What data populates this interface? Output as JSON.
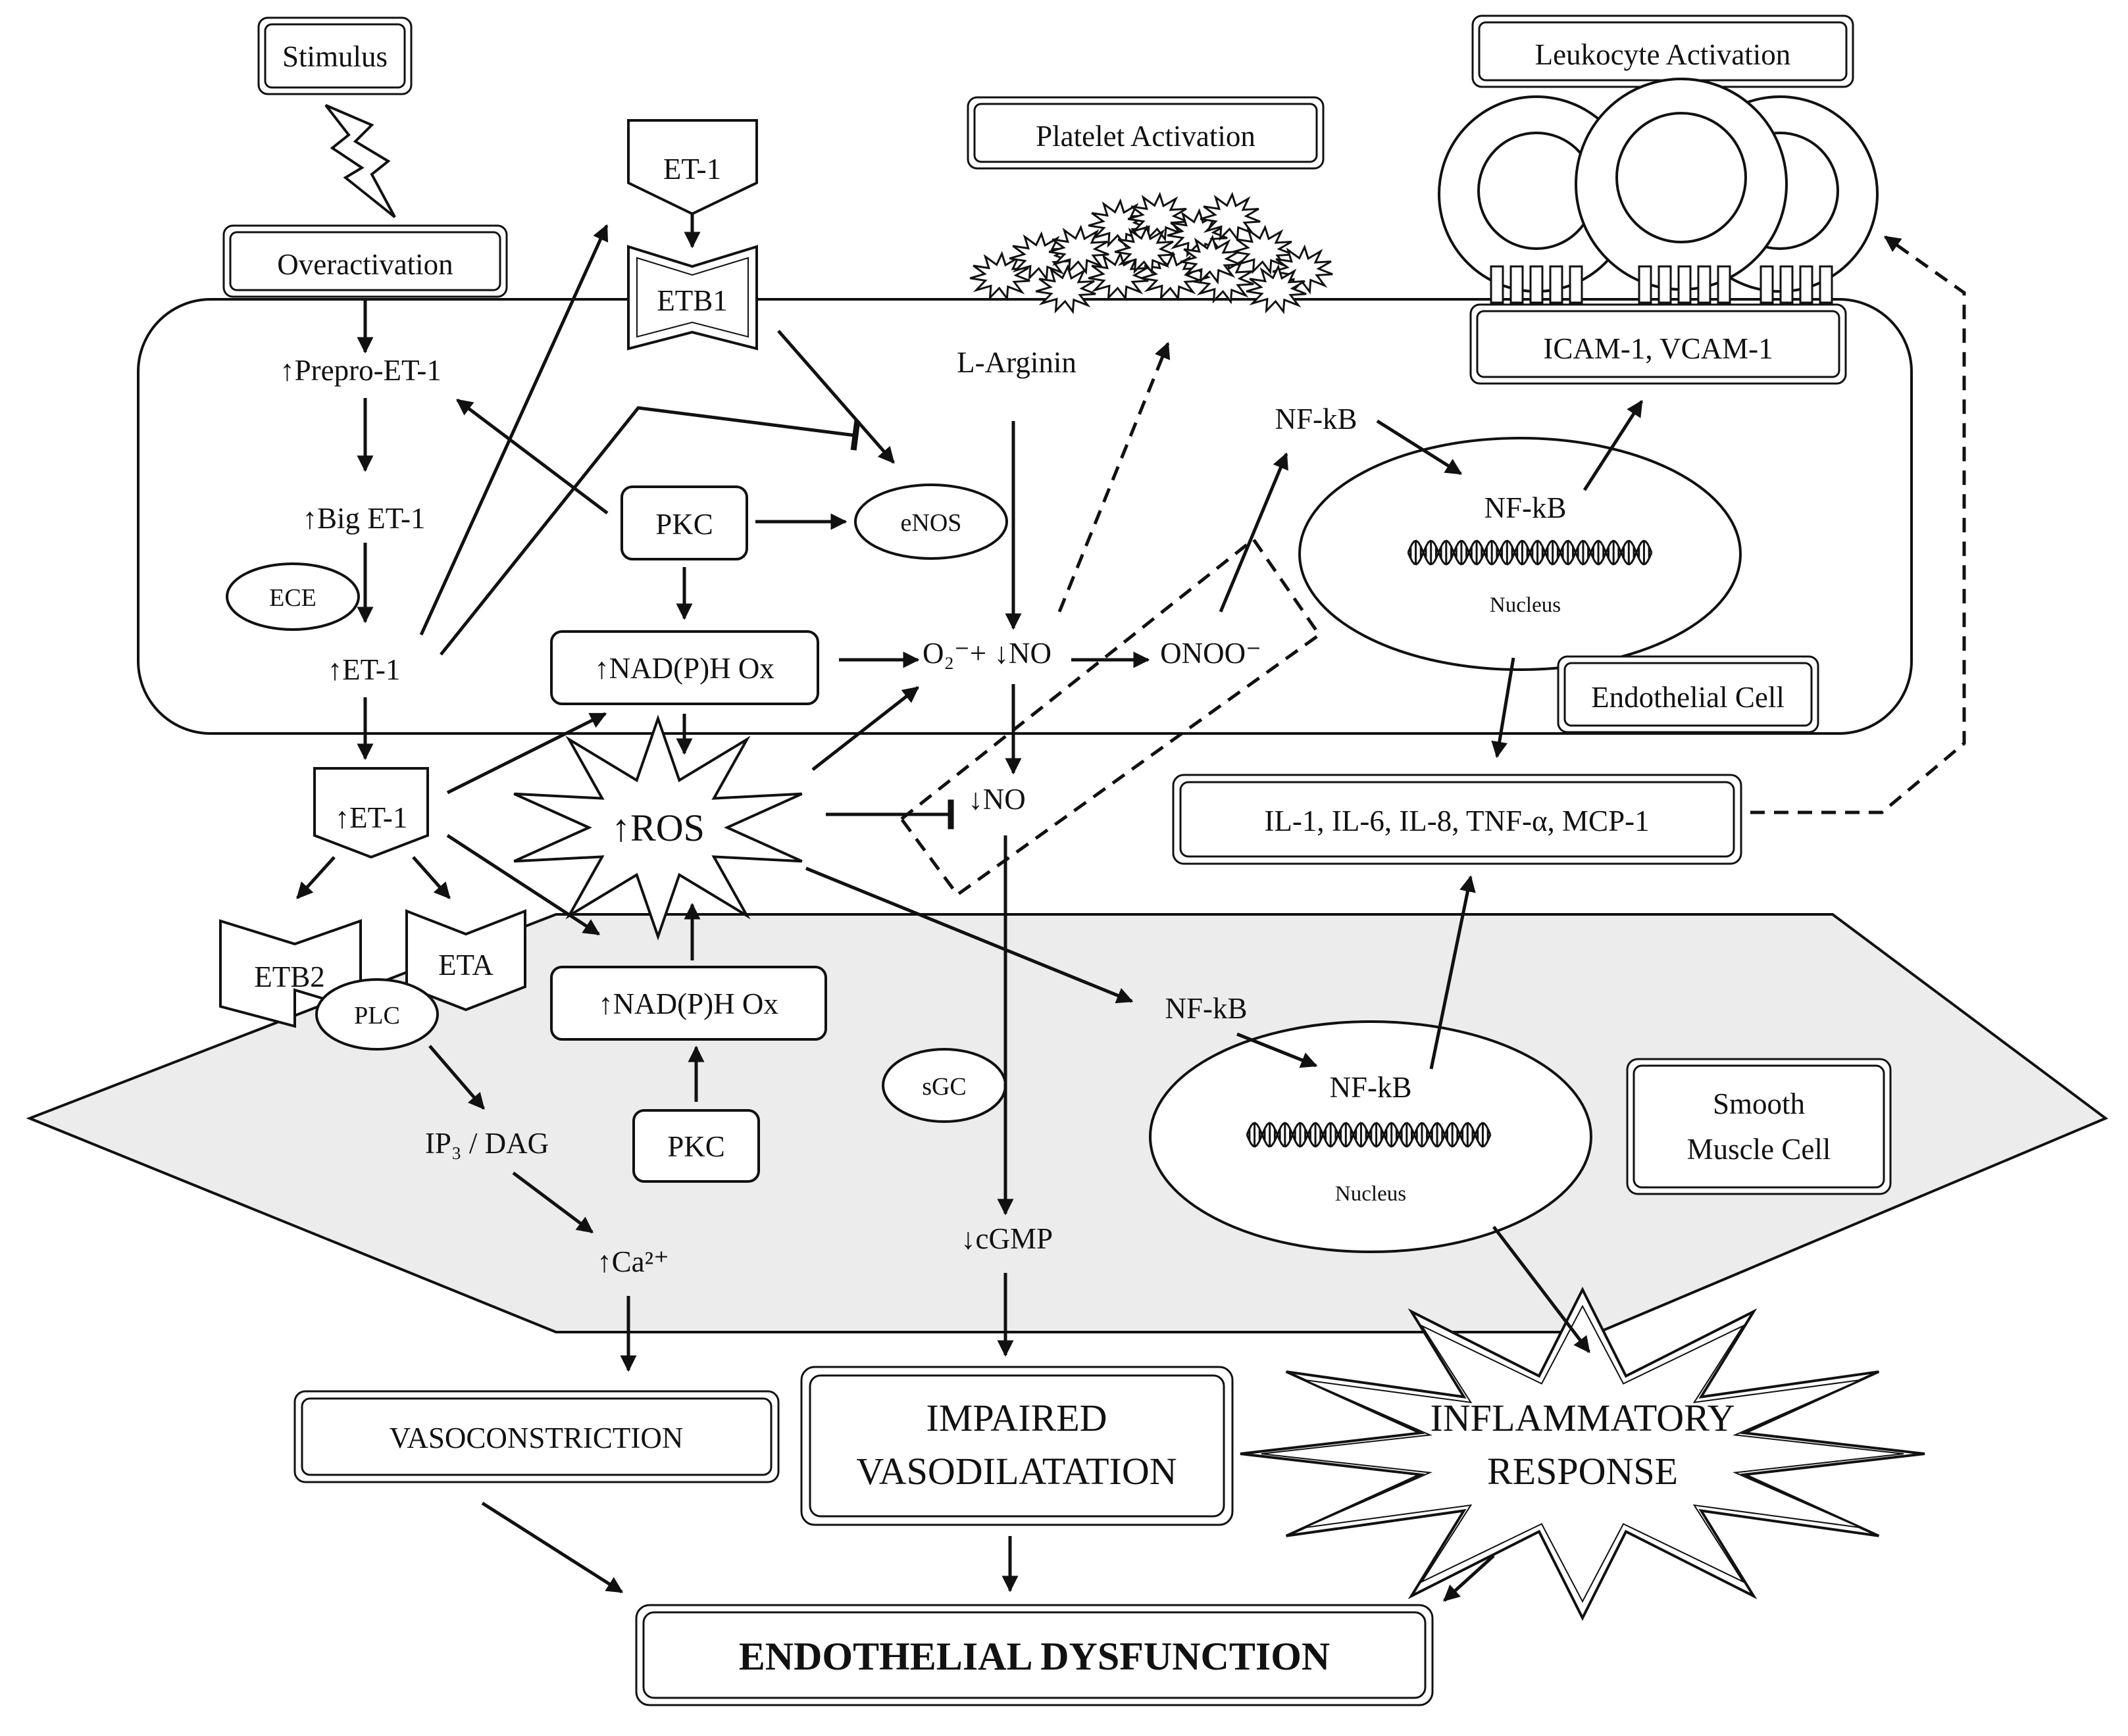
{
  "labels": {
    "stimulus": "Stimulus",
    "overactivation": "Overactivation",
    "et1_top": "ET-1",
    "etb1": "ETB1",
    "platelet_activation": "Platelet Activation",
    "leukocyte_activation": "Leukocyte Activation",
    "prepro_et1": "↑Prepro-ET-1",
    "big_et1": "↑Big ET-1",
    "ece": "ECE",
    "et1_cell": "↑ET-1",
    "pkc_cell": "PKC",
    "enos": "eNOS",
    "nadph_cell": "↑NAD(P)H Ox",
    "l_arginin": "L-Arginin",
    "o2_no": "O₂⁻+ ↓NO",
    "onoo": "ONOO⁻",
    "nfkb_cell_1": "NF-kB",
    "nfkb_cell_2": "NF-kB",
    "nucleus_cell": "Nucleus",
    "icam_vcam": "ICAM-1, VCAM-1",
    "endothelial_cell": "Endothelial Cell",
    "et1_lower": "↑ET-1",
    "ros": "↑ROS",
    "no_lower": "↓NO",
    "cytokines": "IL-1, IL-6, IL-8, TNF-α, MCP-1",
    "etb2": "ETB2",
    "eta": "ETA",
    "plc": "PLC",
    "nadph_smc": "↑NAD(P)H Ox",
    "nfkb_smc_1": "NF-kB",
    "nfkb_smc_2": "NF-kB",
    "nucleus_smc": "Nucleus",
    "smooth_muscle_1": "Smooth",
    "smooth_muscle_2": "Muscle Cell",
    "sgc": "sGC",
    "ip3_dag": "IP₃ / DAG",
    "pkc_smc": "PKC",
    "ca": "↑Ca²⁺",
    "cgmp": "↓cGMP",
    "vasoconstriction": "VASOCONSTRICTION",
    "impaired_1": "IMPAIRED",
    "impaired_2": "VASODILATATION",
    "inflammatory_1": "INFLAMMATORY",
    "inflammatory_2": "RESPONSE",
    "endothelial_dysfunction": "ENDOTHELIAL DYSFUNCTION"
  }
}
